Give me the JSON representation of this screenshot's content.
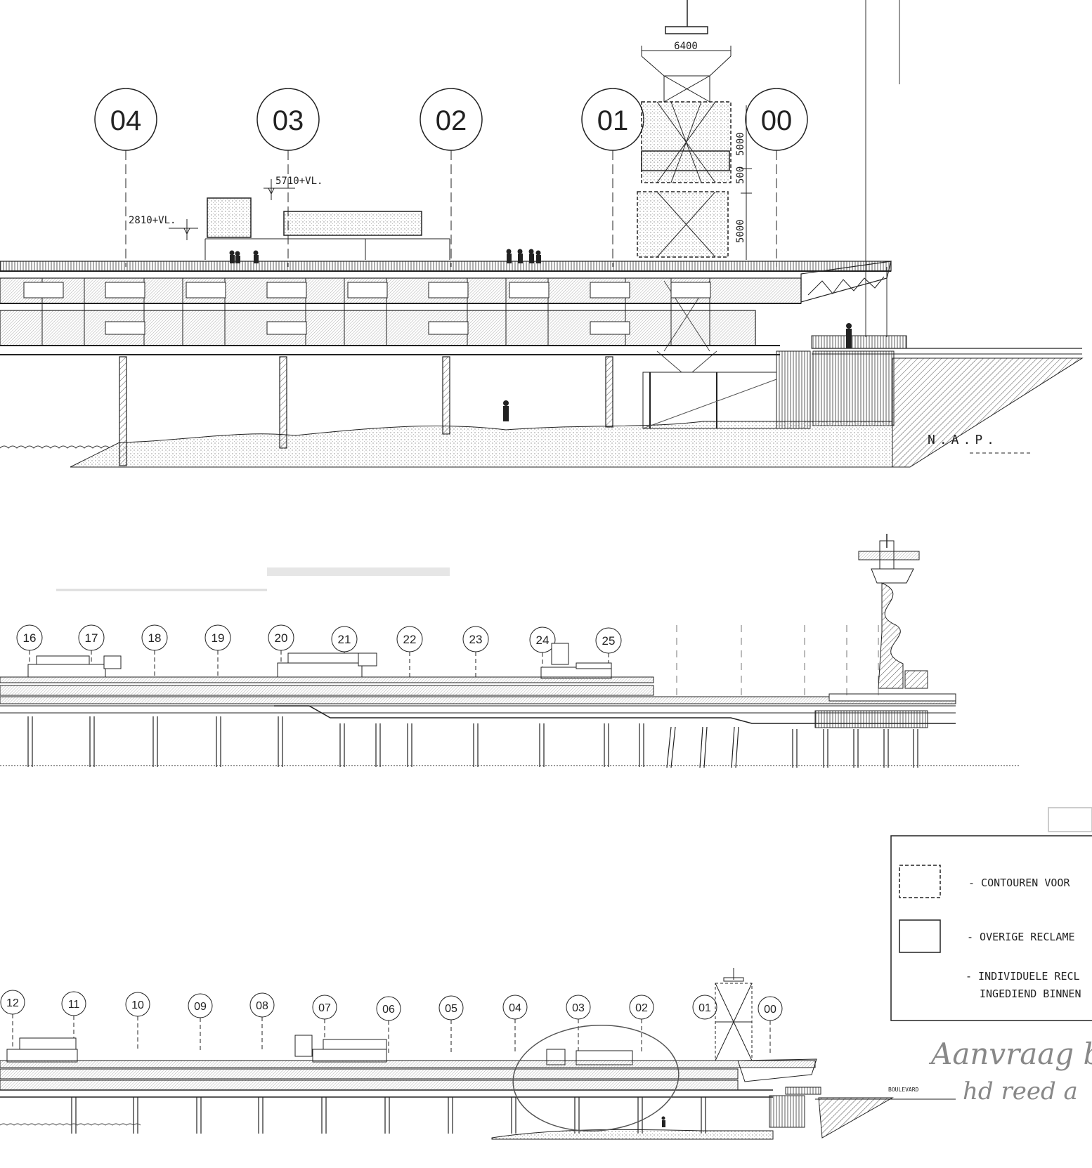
{
  "top_elevation": {
    "grid_markers": [
      "04",
      "03",
      "02",
      "01",
      "00"
    ],
    "dimensions": {
      "tower_width": "6400",
      "upper_panel_height": "5000",
      "gap": "500",
      "lower_panel_height": "5000"
    },
    "levels": {
      "upper": "5710+VL.",
      "lower": "2810+VL."
    },
    "nap_label": "N.A.P."
  },
  "middle_elevation": {
    "grid_markers": [
      "16",
      "17",
      "18",
      "19",
      "20",
      "21",
      "22",
      "23",
      "24",
      "25"
    ]
  },
  "bottom_elevation": {
    "grid_markers": [
      "12",
      "11",
      "10",
      "09",
      "08",
      "07",
      "06",
      "05",
      "04",
      "03",
      "02",
      "01",
      "00"
    ],
    "boulevard_label": "BOULEVARD"
  },
  "legend": {
    "items": [
      {
        "symbol": "dashed-box",
        "text": "- CONTOUREN VOOR"
      },
      {
        "symbol": "solid-box",
        "text": "- OVERIGE RECLAME"
      },
      {
        "symbol": "none",
        "text": "- INDIVIDUELE RECL",
        "text2": "INGEDIEND BINNEN"
      }
    ]
  },
  "handwritten_note": {
    "line1": "Aanvraag b",
    "line2": "hd reed a"
  },
  "colors": {
    "ink": "#222222",
    "hatch": "#555555",
    "paper": "#ffffff"
  }
}
